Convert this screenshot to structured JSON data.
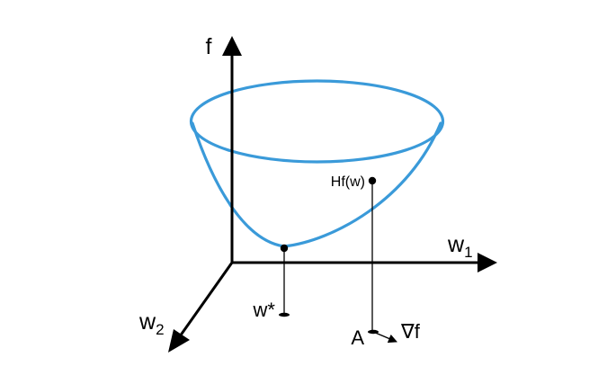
{
  "labels": {
    "axis_f": "f",
    "axis_w1_base": "w",
    "axis_w1_sub": "1",
    "axis_w2_base": "w",
    "axis_w2_sub": "2",
    "hessian": "Hf(w)",
    "minimum": "w*",
    "point_a": "A",
    "gradient": "∇f"
  },
  "colors": {
    "surface": "#3a9ad9",
    "ink": "#000000",
    "background": "#ffffff"
  }
}
